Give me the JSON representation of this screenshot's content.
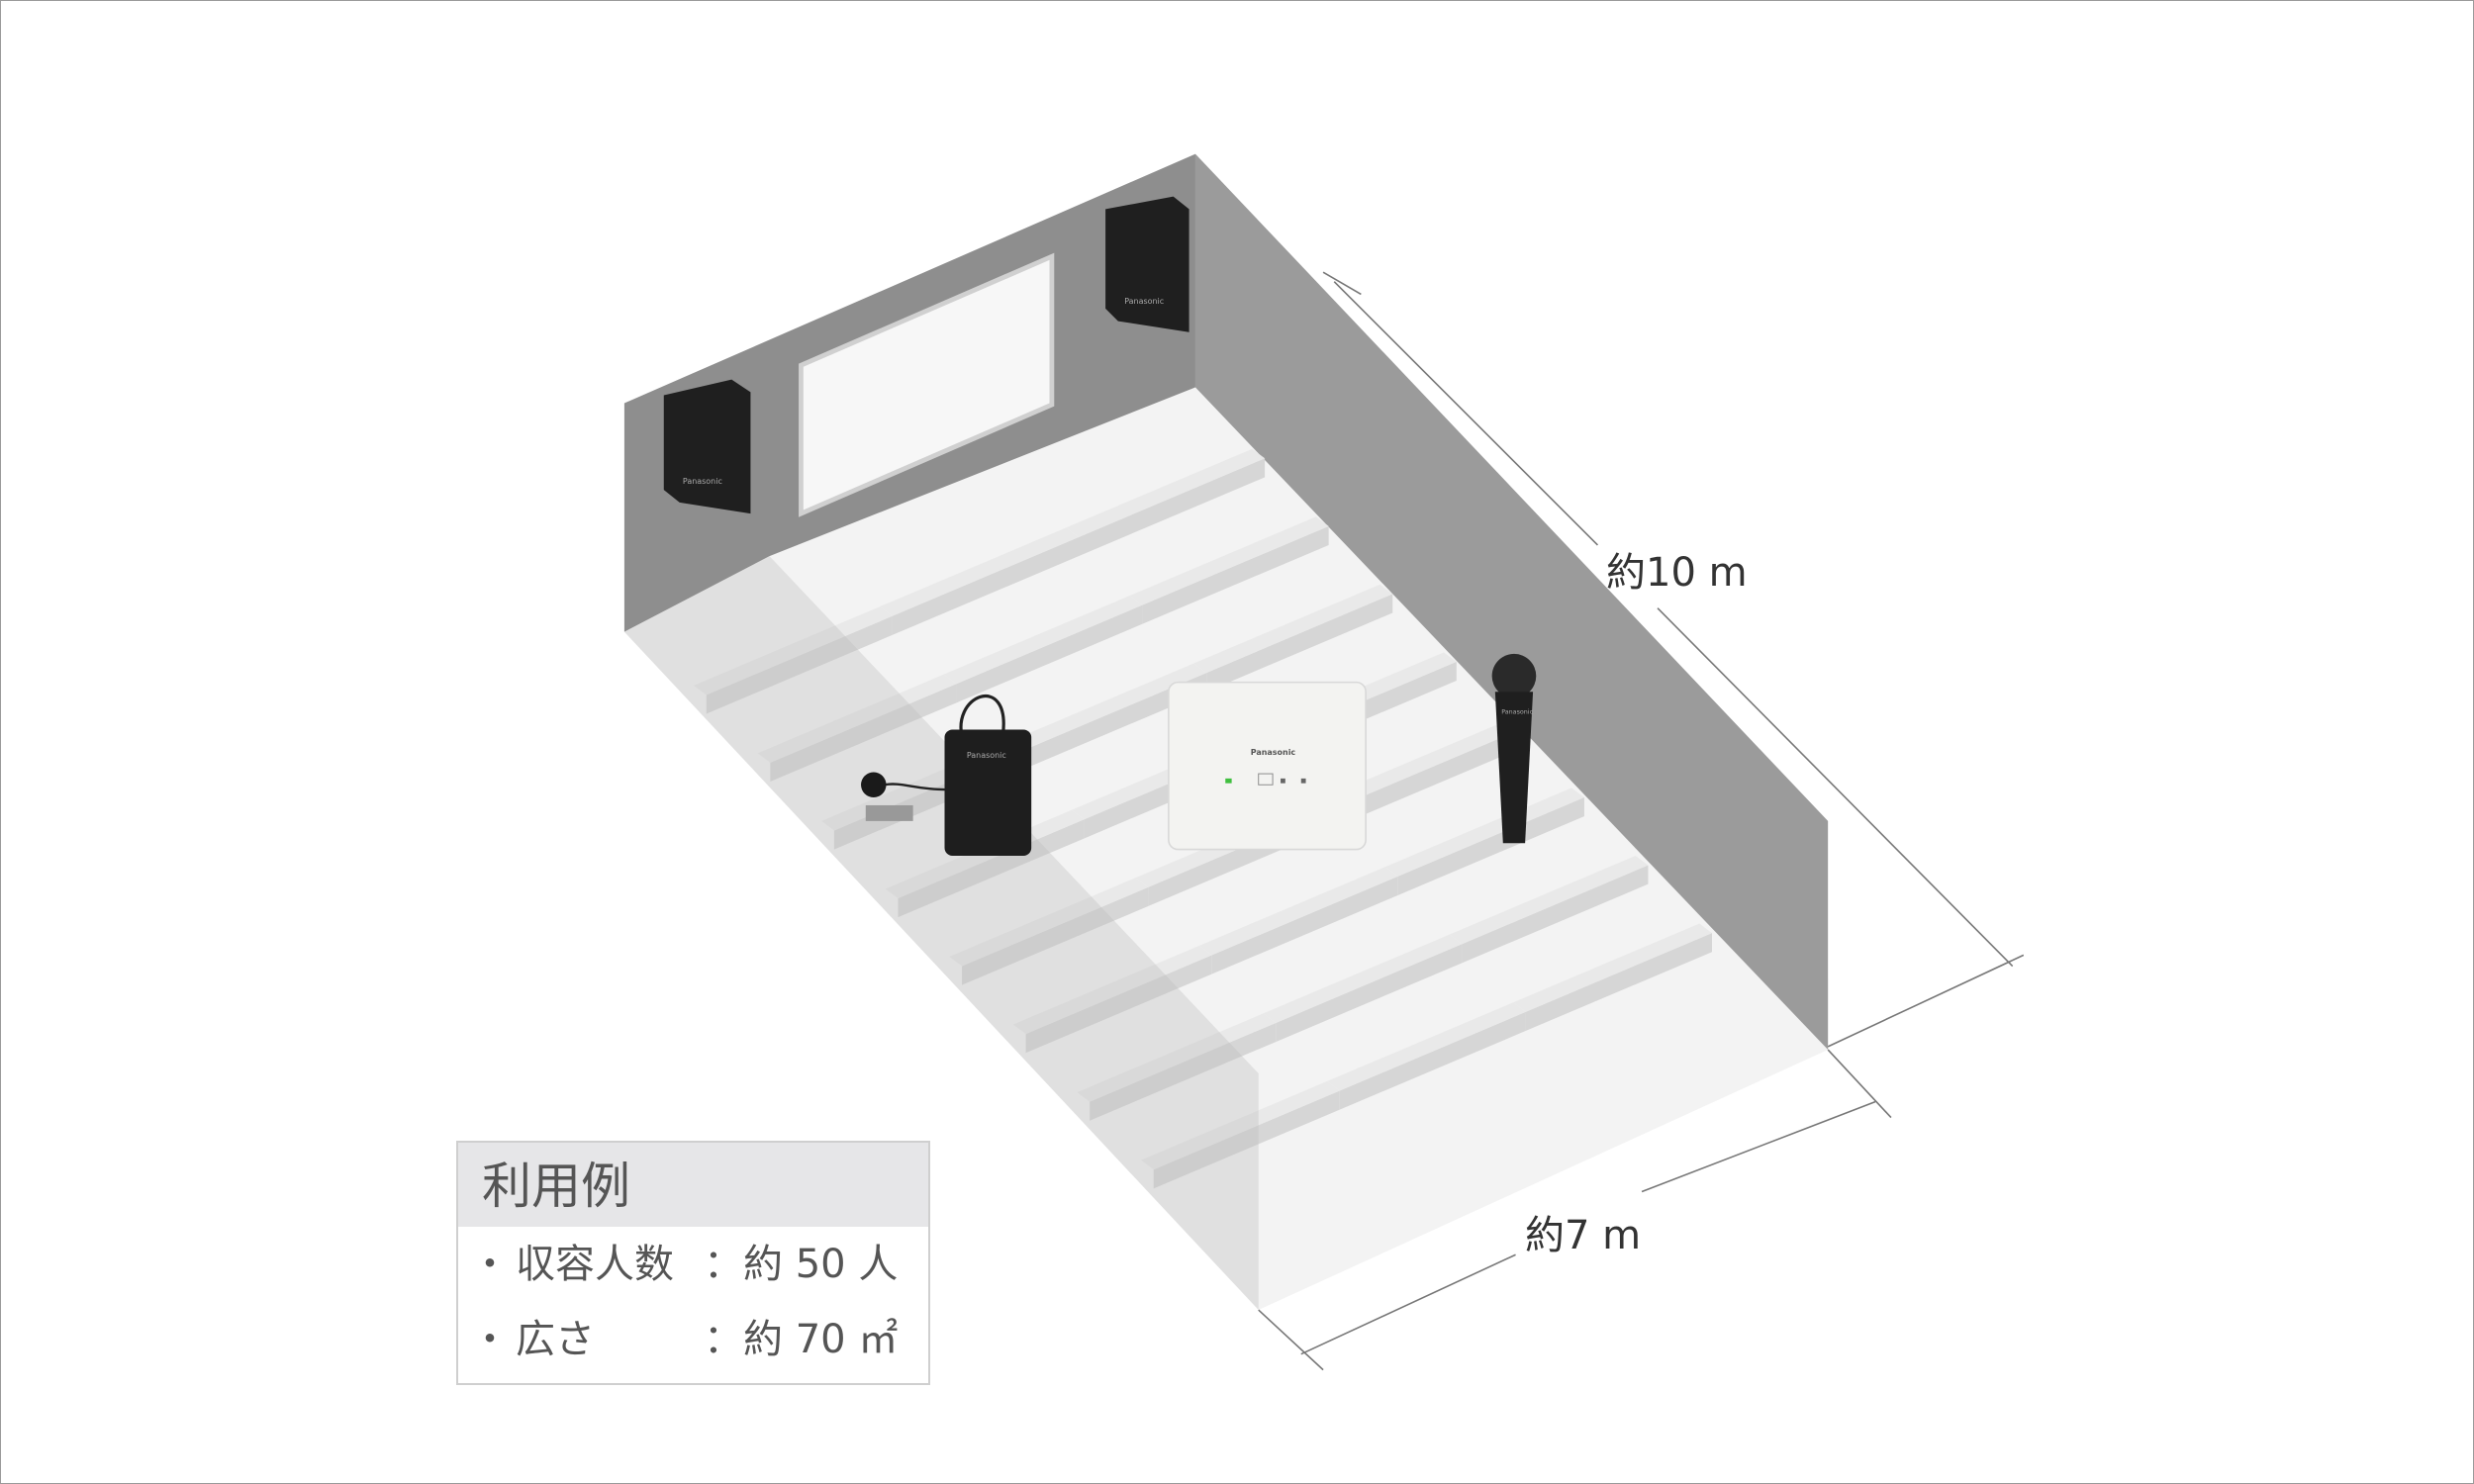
{
  "dimensions": {
    "length_label": "約10 m",
    "width_label": "約7 m"
  },
  "info_box": {
    "title": "利用例",
    "rows": [
      {
        "bullet": "・",
        "label": "収容人数",
        "value": "：約 50 人"
      },
      {
        "bullet": "・",
        "label": "広さ",
        "value": "：約 70 ㎡"
      }
    ]
  },
  "devices": {
    "receiver_brand": "Panasonic",
    "mic_brand": "Panasonic",
    "speaker_brand": "Panasonic"
  },
  "colors": {
    "wall_dark": "#8c8c8c",
    "wall_right": "#9a9a9a",
    "floor": "#f2f2f2",
    "bench": "#dcdcdc",
    "device_black": "#1e1e1e",
    "receiver_white": "#f3f3f1",
    "led_green": "#3fbf3f"
  }
}
